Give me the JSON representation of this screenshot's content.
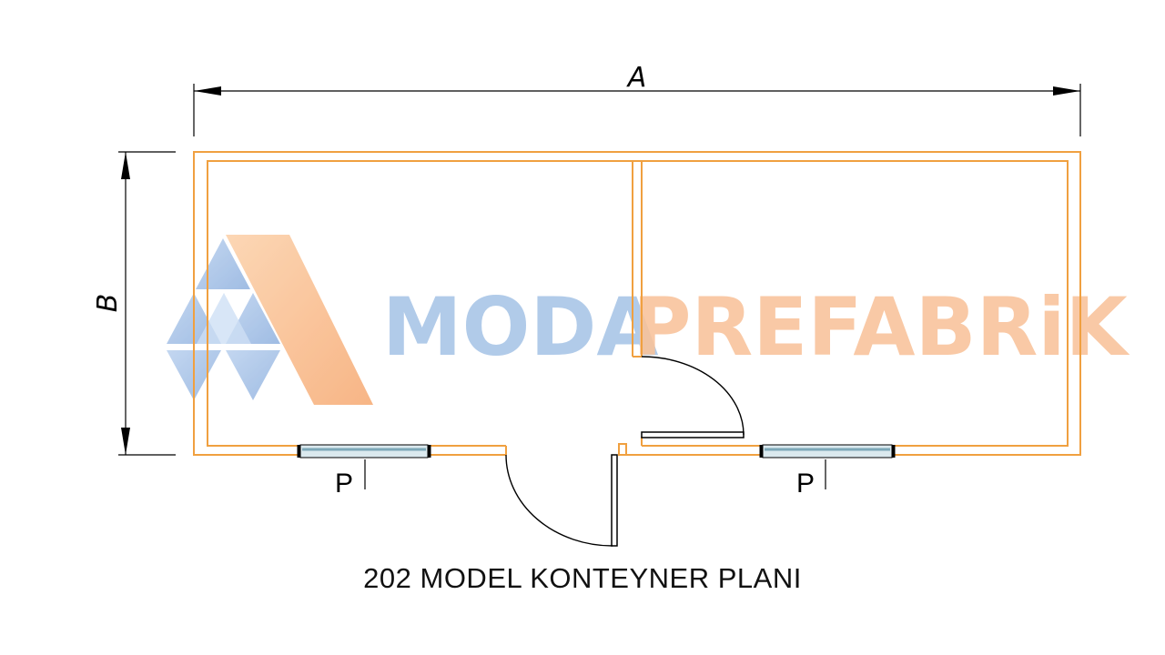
{
  "dimensions": {
    "width_label": "A",
    "height_label": "B"
  },
  "rooms": {
    "left_label": "P",
    "right_label": "P"
  },
  "watermark": {
    "text_part1": "MODA",
    "text_part2": "PREFABRiK",
    "color_blue": "#9fbfe4",
    "color_orange": "#f7b98a"
  },
  "colors": {
    "wall": "#f0a040",
    "line": "#000000"
  },
  "caption": "202 MODEL KONTEYNER PLANI"
}
